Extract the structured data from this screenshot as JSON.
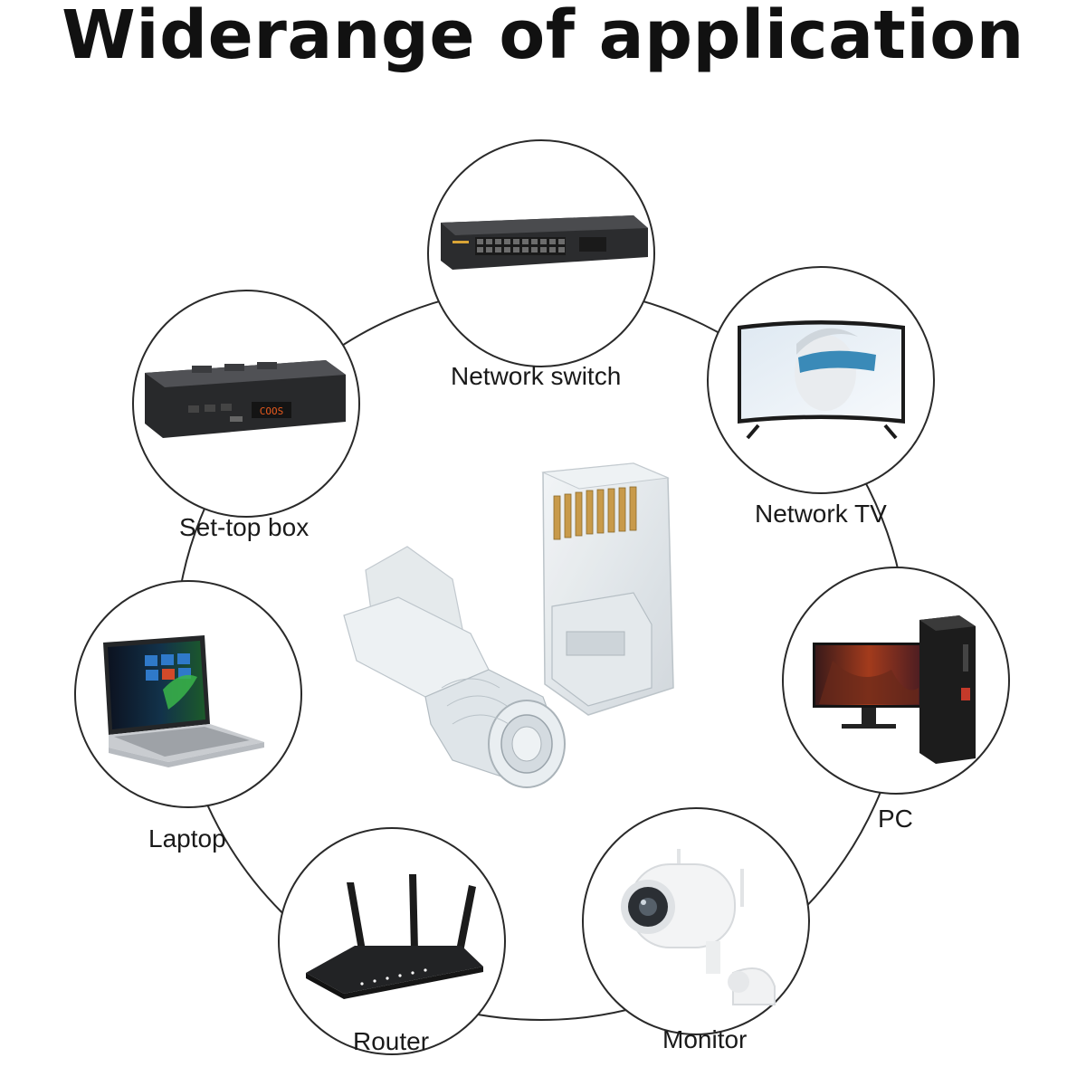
{
  "title": "Widerange of application",
  "applications": {
    "network_switch": "Network switch",
    "network_tv": "Network TV",
    "set_top_box": "Set-top box",
    "pc": "PC",
    "laptop": "Laptop",
    "router": "Router",
    "monitor": "Monitor"
  },
  "device_text": {
    "set_top_box_display": "COOS"
  },
  "colors": {
    "ring": "#2a2a2a",
    "text": "#111111",
    "background": "#ffffff"
  }
}
